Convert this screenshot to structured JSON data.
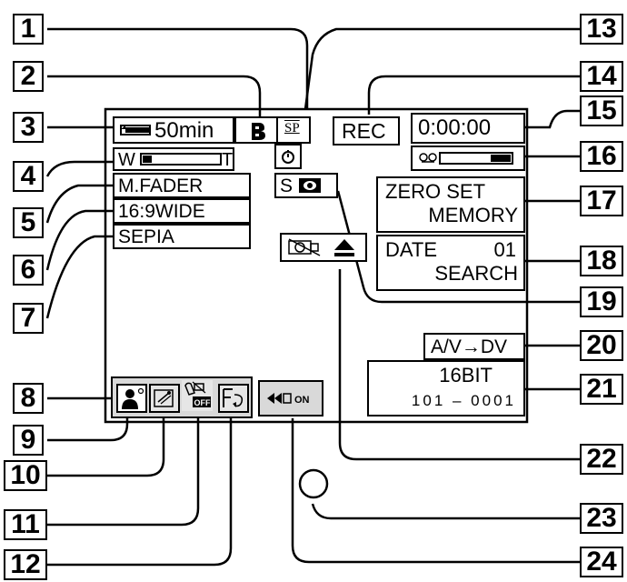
{
  "callout_numbers": [
    "1",
    "2",
    "3",
    "4",
    "5",
    "6",
    "7",
    "8",
    "9",
    "10",
    "11",
    "12",
    "13",
    "14",
    "15",
    "16",
    "17",
    "18",
    "19",
    "20",
    "21",
    "22",
    "23",
    "24"
  ],
  "screen": {
    "battery_time": "50min",
    "sp_label": "SP",
    "rec_label": "REC",
    "timecode": "0:00:00",
    "zoom_w": "W",
    "zoom_t": "T",
    "mfader": "M.FADER",
    "wide": "16:9WIDE",
    "sepia": "SEPIA",
    "s_label": "S",
    "zero_set_line1": "ZERO SET",
    "zero_set_line2": "MEMORY",
    "date_line1_a": "DATE",
    "date_line1_b": "01",
    "date_line2": "SEARCH",
    "av_dv": "A/V→DV",
    "bit": "16BIT",
    "folder_file": "101 – 0001",
    "off_label": "OFF",
    "on_label": "ON"
  },
  "icons": [
    "battery-icon",
    "record-mode-icon",
    "self-timer-icon",
    "tape-remaining-icon",
    "lens-cover-icon",
    "eject-icon",
    "portrait-icon",
    "spotlight-icon",
    "steadyshot-off-icon",
    "manual-focus-icon",
    "edit-search-icon",
    "super-nightshot-icon",
    "circle-icon"
  ]
}
